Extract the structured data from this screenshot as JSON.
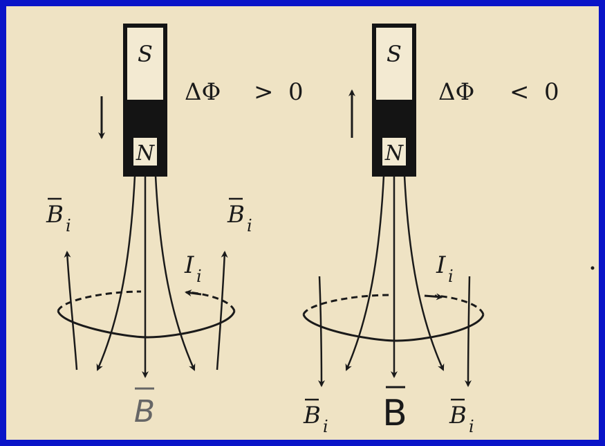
{
  "left_panel": {
    "pole_top": "S",
    "pole_bottom": "N",
    "flux_change": {
      "symbol": "ΔΦ",
      "relation": ">",
      "value": "0"
    },
    "motion": "down",
    "field_label_left": {
      "base": "B",
      "sub": "i"
    },
    "field_label_right": {
      "base": "B",
      "sub": "i"
    },
    "current_label": {
      "base": "I",
      "sub": "i"
    },
    "main_field_label": "B"
  },
  "right_panel": {
    "pole_top": "S",
    "pole_bottom": "N",
    "flux_change": {
      "symbol": "ΔΦ",
      "relation": "<",
      "value": "0"
    },
    "motion": "up",
    "field_label_left": {
      "base": "B",
      "sub": "i"
    },
    "field_label_right": {
      "base": "B",
      "sub": "i"
    },
    "current_label": {
      "base": "I",
      "sub": "i"
    },
    "main_field_label": "B"
  },
  "colors": {
    "frame": "#0a14c8",
    "paper": "#efe3c4",
    "ink": "#1a1a1a",
    "pole": "#141414",
    "main_B": "#666666"
  }
}
